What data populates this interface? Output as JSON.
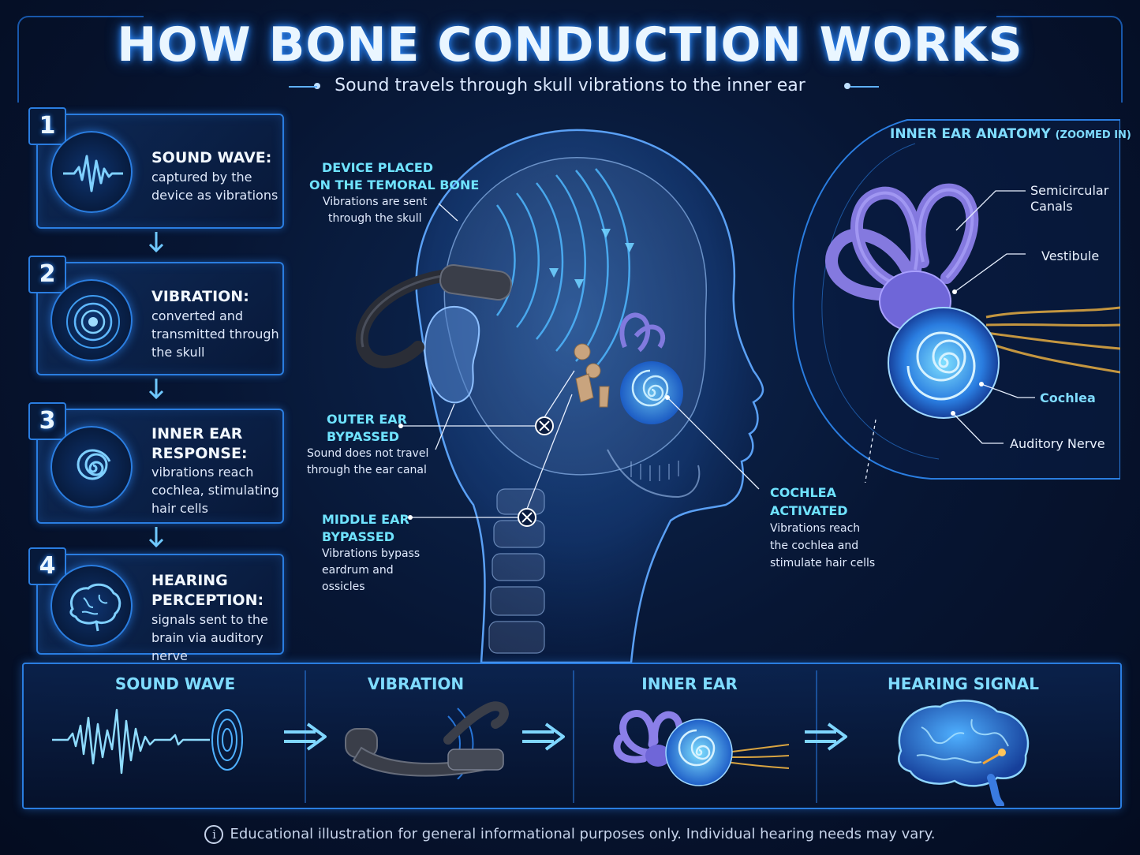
{
  "header": {
    "title": "HOW BONE CONDUCTION WORKS",
    "subtitle": "Sound travels through skull vibrations to the inner ear"
  },
  "steps": [
    {
      "number": "1",
      "title": "SOUND WAVE:",
      "description": "captured by the device as vibrations",
      "icon": "sound-wave-icon"
    },
    {
      "number": "2",
      "title": "VIBRATION:",
      "description": "converted and transmitted through the skull",
      "icon": "concentric-rings-icon"
    },
    {
      "number": "3",
      "title": "INNER EAR RESPONSE:",
      "description": "vibrations reach cochlea, stimulating hair cells",
      "icon": "spiral-icon"
    },
    {
      "number": "4",
      "title": "HEARING PERCEPTION:",
      "description": "signals sent to the brain via auditory nerve",
      "icon": "brain-icon"
    }
  ],
  "callouts": {
    "device": {
      "title_line1": "DEVICE PLACED",
      "title_line2": "ON THE TEMORAL BONE",
      "desc_line1": "Vibrations are sent",
      "desc_line2": "through the skull"
    },
    "outer_ear": {
      "title_line1": "OUTER EAR",
      "title_line2": "BYPASSED",
      "desc_line1": "Sound does not travel",
      "desc_line2": "through the ear canal"
    },
    "middle_ear": {
      "title_line1": "MIDDLE EAR",
      "title_line2": "BYPASSED",
      "desc_line1": "Vibrations bypass",
      "desc_line2": "eardrum and",
      "desc_line3": "ossicles"
    },
    "cochlea": {
      "title_line1": "COCHLEA",
      "title_line2": "ACTIVATED",
      "desc_line1": "Vibrations reach",
      "desc_line2": "the cochlea and",
      "desc_line3": "stimulate hair cells"
    }
  },
  "inner_ear_panel": {
    "title": "INNER EAR ANATOMY",
    "title_note": "(ZOOMED IN)",
    "labels": {
      "semicircular_line1": "Semicircular",
      "semicircular_line2": "Canals",
      "vestibule": "Vestibule",
      "cochlea": "Cochlea",
      "auditory_nerve": "Auditory Nerve"
    }
  },
  "strip": [
    {
      "label": "SOUND WAVE"
    },
    {
      "label": "VIBRATION"
    },
    {
      "label": "INNER EAR"
    },
    {
      "label": "HEARING SIGNAL"
    }
  ],
  "footer": {
    "info_glyph": "i",
    "text": "Educational illustration for general informational purposes only. Individual hearing needs may vary."
  },
  "colors": {
    "accent_blue": "#2f8cff",
    "cyan_label": "#6fe3ff",
    "nerve_gold": "#d9a441",
    "labyrinth_purple": "#8b7fe8"
  }
}
